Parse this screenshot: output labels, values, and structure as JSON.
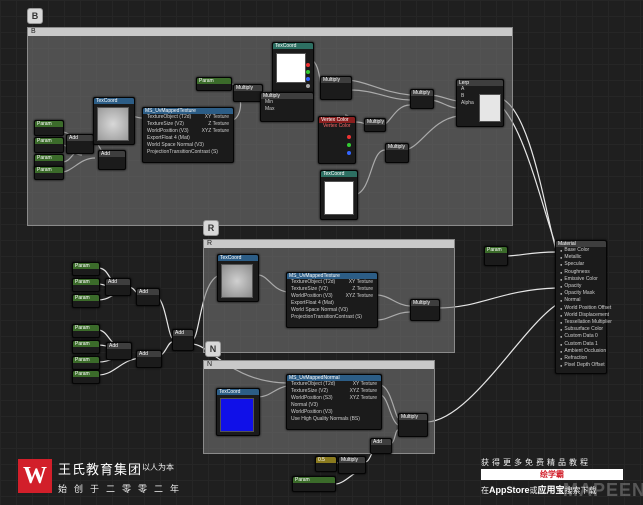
{
  "comment_boxes": {
    "a": {
      "badge": "B",
      "title": "B"
    },
    "b": {
      "badge": "R",
      "title": "R"
    },
    "c": {
      "badge": "N",
      "title": "N"
    }
  },
  "nodes": {
    "texcoord_label": "TexCoord",
    "texture_sample_label": "MS_UvMappedTexture",
    "texture_sample_pins_in": [
      "TextureObject (T2d)",
      "TextureSize (V2)",
      "WorldPosition (V3)",
      "ExportFloat 4 (Mat)",
      "World Space Normal (V3)",
      "ProjectionTransitionContrast (S)"
    ],
    "texture_sample_pins_out": [
      "XY Texture",
      "Z Texture",
      "XYZ Texture"
    ],
    "normal_sample_label": "MS_UvMappedNormal",
    "normal_sample_pins_in": [
      "TextureObject (T2d)",
      "TextureSize (V2)",
      "WorldPosition (S3)",
      "Normal (V3)",
      "WorldPosition (V3)",
      "Use High Quality Normals (BS)"
    ],
    "normal_sample_pins_out": [
      "XY Texture",
      "XYZ Texture",
      "XYZ Texture"
    ],
    "multiply_label": "Multiply",
    "lerp_label": "Lerp",
    "lerp_pins": [
      "A",
      "B",
      "Alpha"
    ],
    "vertex_color_label": "Vertex Color",
    "vertex_color_sub": "Vertex Color",
    "material_label": "Material",
    "material_pins": [
      "Base Color",
      "Metallic",
      "Specular",
      "Roughness",
      "Emissive Color",
      "Opacity",
      "Opacity Mask",
      "Normal",
      "World Position Offset",
      "World Displacement",
      "Tessellation Multiplier",
      "Subsurface Color",
      "Custom Data 0",
      "Custom Data 1",
      "Ambient Occlusion",
      "Refraction",
      "Pixel Depth Offset"
    ],
    "param_label": "Param",
    "add_label": "Add",
    "constant_label": "0.5",
    "minmax_pins": [
      "Min",
      "Max"
    ]
  },
  "branding": {
    "logo_mark": "W",
    "company": "王氏教育集团",
    "slogan": "以人为本",
    "founded": "始创于二零零二年",
    "ad_line1": "获得更多免费精品教程",
    "ad_line2": "绘学霸",
    "ad_line3_prefix": "在",
    "ad_appstore": "AppStore",
    "ad_line3_mid": "或",
    "ad_app": "应用宝",
    "ad_line3_suffix": "搜索下载",
    "watermark": "MAPEEN"
  },
  "colors": {
    "graph_bg": "#1f1f1f",
    "comment_bg": "#7a7a7a",
    "accent_green": "#3b6b2a",
    "accent_blue": "#2c5d86",
    "brand_red": "#d21f2a"
  }
}
